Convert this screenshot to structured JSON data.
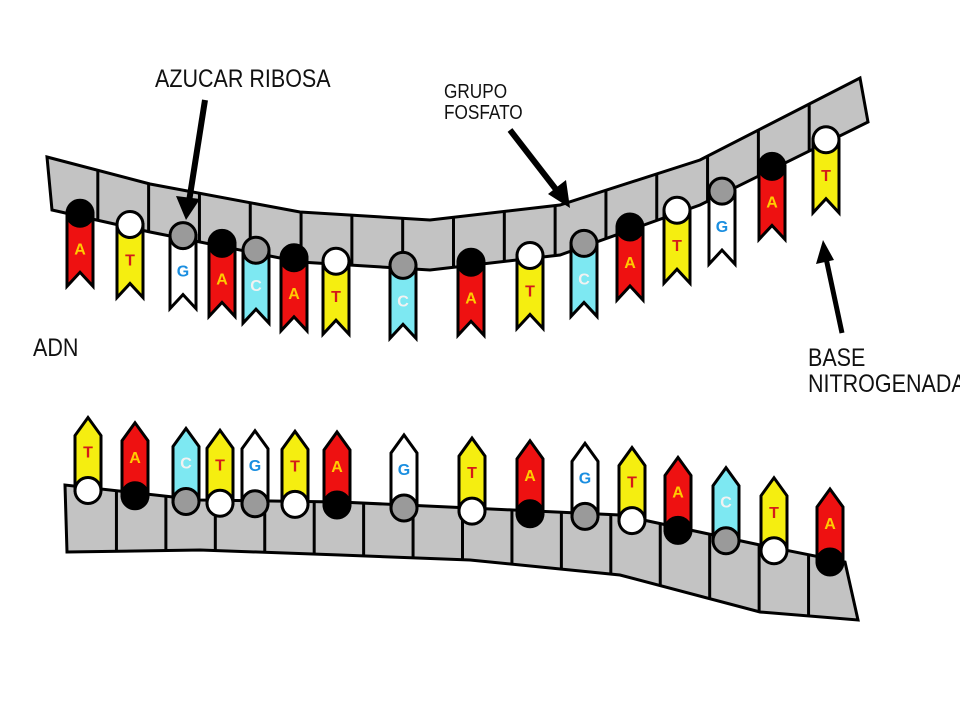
{
  "labels": {
    "azucar": "AZUCAR RIBOSA",
    "grupo_line1": "GRUPO",
    "grupo_line2": "FOSFATO",
    "adn": "ADN",
    "base_line1": "BASE",
    "base_line2": "NITROGENADA"
  },
  "colors": {
    "A": "#ee1111",
    "T": "#f5ee10",
    "G": "#ffffff",
    "C": "#7de8f2",
    "letter_A": "#ffcc00",
    "letter_T": "#d41a1a",
    "letter_G": "#1a8ee0",
    "letter_C": "#f2f2f2",
    "cap_A": "#000000",
    "cap_T": "#ffffff",
    "cap_G": "#9a9a9a",
    "cap_C": "#9a9a9a",
    "backbone": "#c3c3c3",
    "outline": "#000000"
  },
  "strands": {
    "top": [
      "A",
      "T",
      "G",
      "A",
      "C",
      "A",
      "T",
      "C",
      "A",
      "T",
      "C",
      "A",
      "T",
      "G",
      "A",
      "T"
    ],
    "bottom": [
      "T",
      "A",
      "C",
      "T",
      "G",
      "T",
      "A",
      "G",
      "T",
      "A",
      "G",
      "T",
      "A",
      "C",
      "T",
      "A"
    ]
  }
}
